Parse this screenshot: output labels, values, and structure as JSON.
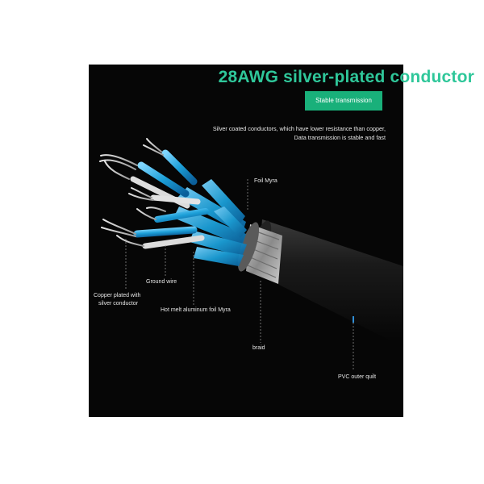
{
  "headline": "28AWG silver-plated conductor",
  "badge": "Stable transmission",
  "description": [
    "Silver coated conductors, which have lower resistance than copper,",
    "Data transmission is stable and fast"
  ],
  "labels": {
    "foil_myra": "Foil Myra",
    "ground_wire": "Ground wire",
    "copper_line1": "Copper plated with",
    "copper_line2": "silver conductor",
    "hot_melt": "Hot melt aluminum foil Myra",
    "braid": "braid",
    "pvc": "PVC outer quilt"
  },
  "colors": {
    "accent": "#19b07a",
    "headline": "#2fc79a",
    "background": "#060606",
    "insulation": "#1c9fd8"
  }
}
